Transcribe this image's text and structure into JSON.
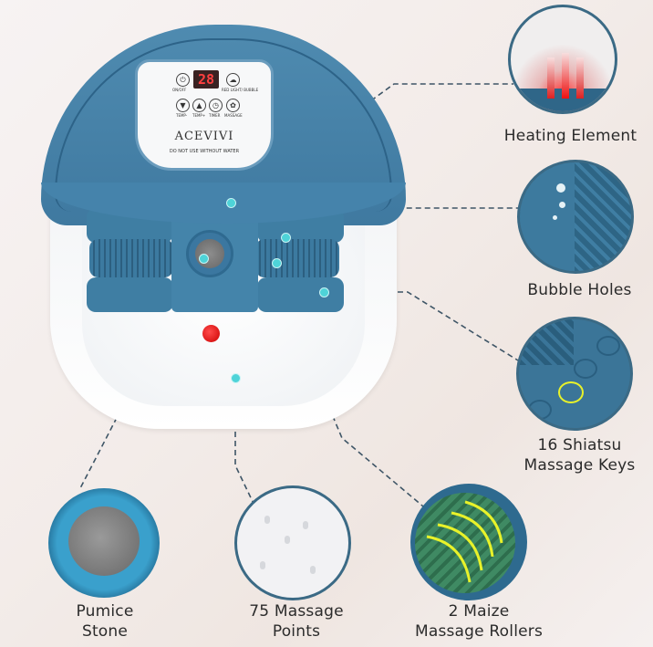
{
  "product": {
    "brand": "ACEVIVI",
    "warning": "DO NOT USE WITHOUT WATER",
    "display_value": "28",
    "control_panel": {
      "buttons": [
        {
          "id": "power",
          "icon": "power-icon",
          "label": "ON/OFF"
        },
        {
          "id": "redlight",
          "icon": "bubble-icon",
          "label": "RED LIGHT/ BUBBLE"
        },
        {
          "id": "temp-down",
          "icon": "triangle-down-icon",
          "label": "TEMP-"
        },
        {
          "id": "temp-up",
          "icon": "triangle-up-icon",
          "label": "TEMP+"
        },
        {
          "id": "timer",
          "icon": "timer-icon",
          "label": "TIMER"
        },
        {
          "id": "massage",
          "icon": "massage-icon",
          "label": "MASSAGE"
        }
      ]
    }
  },
  "features": [
    {
      "id": "heating",
      "label": "Heating Element"
    },
    {
      "id": "bubble",
      "label": "Bubble Holes"
    },
    {
      "id": "shiatsu",
      "label_line1": "16 Shiatsu",
      "label_line2": "Massage Keys"
    },
    {
      "id": "pumice",
      "label_line1": "Pumice",
      "label_line2": "Stone"
    },
    {
      "id": "points",
      "label_line1": "75 Massage",
      "label_line2": "Points"
    },
    {
      "id": "rollers",
      "label_line1": "2 Maize",
      "label_line2": "Massage Rollers"
    }
  ],
  "colors": {
    "body_blue": "#4a87ad",
    "callout_border": "#3b6a85",
    "marker_dot": "#4ed3d8",
    "display_red": "#ff4040",
    "arrow_yellow": "#e8f22a"
  }
}
